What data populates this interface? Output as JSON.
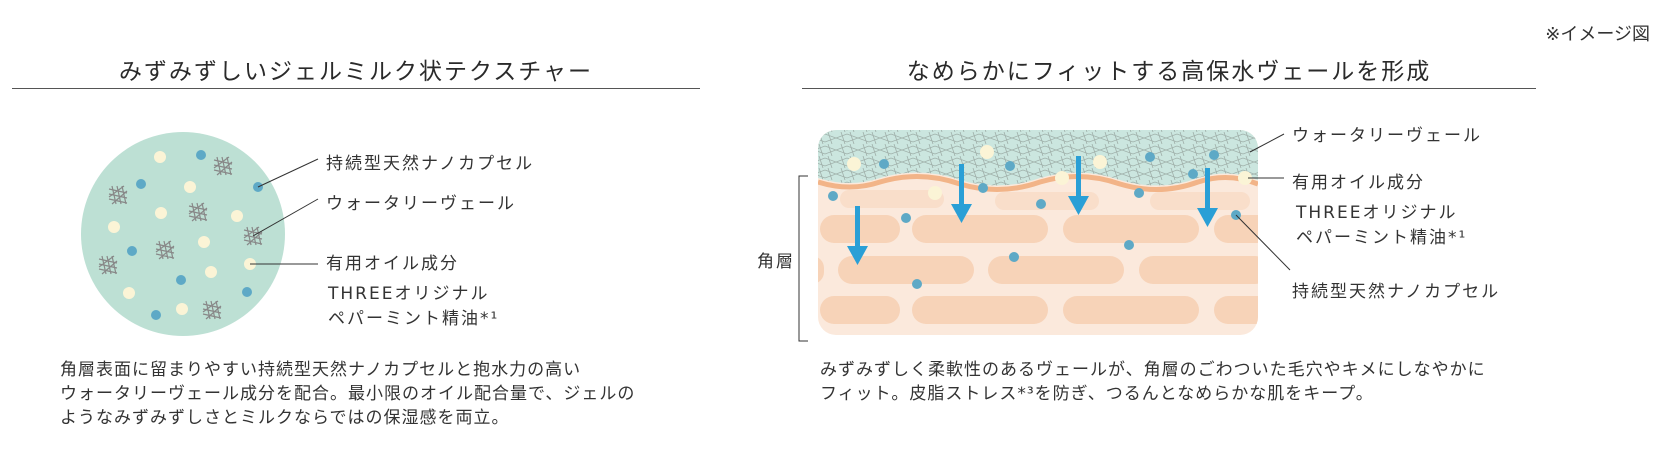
{
  "note": "※イメージ図",
  "left": {
    "title": "みずみずしいジェルミルク状テクスチャー",
    "callouts": {
      "nanocapsule": "持続型天然ナノカプセル",
      "water_veil": "ウォータリーヴェール",
      "oil": "有用オイル成分",
      "oil_sub_1": "THREEオリジナル",
      "oil_sub_2": "ペパーミント精油*¹"
    },
    "description": "角層表面に留まりやすい持続型天然ナノカプセルと抱水力の高い\nウォータリーヴェール成分を配合。最小限のオイル配合量で、ジェルの\nようなみずみずしさとミルクならではの保湿感を両立。"
  },
  "right": {
    "title": "なめらかにフィットする高保水ヴェールを形成",
    "stratum_label": "角層",
    "callouts": {
      "water_veil": "ウォータリーヴェール",
      "oil": "有用オイル成分",
      "oil_sub_1": "THREEオリジナル",
      "oil_sub_2": "ペパーミント精油*¹",
      "nanocapsule": "持続型天然ナノカプセル"
    },
    "description": "みずみずしく柔軟性のあるヴェールが、角層のごわついた毛穴やキメにしなやかに\nフィット。皮脂ストレス*³を防ぎ、つるんとなめらかな肌をキープ。"
  },
  "colors": {
    "veil_green": "#cbe6df",
    "circle_green": "#bde0d4",
    "oil_band": "#f2b488",
    "skin_base": "#fbe9dc",
    "cell": "#f7d3b8",
    "nanocapsule_blue": "#5ea9c6",
    "oil_dot": "#fbf4d6",
    "arrow_blue": "#2a9fd6",
    "mesh_gray": "#888888"
  }
}
